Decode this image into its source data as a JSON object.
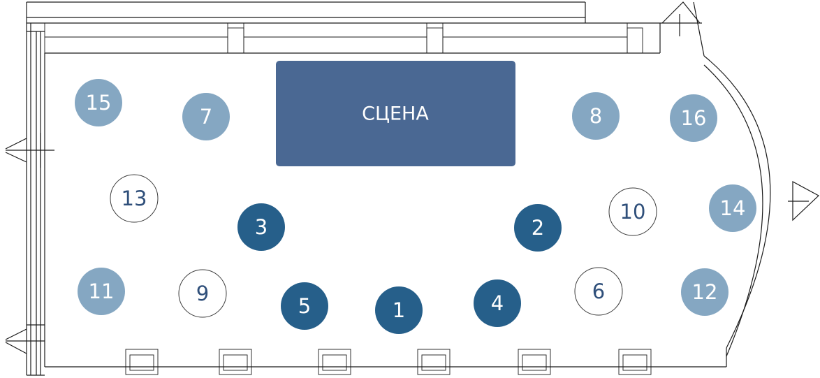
{
  "stage": {
    "label": "СЦЕНА",
    "color": "#4a6893"
  },
  "colors": {
    "dark": "#265f8a",
    "light": "#85a7c2",
    "outline_stroke": "#3a3a3a",
    "outline_text": "#2f4f7a"
  },
  "tables": [
    {
      "id": "table-1",
      "number": "1",
      "style": "dark"
    },
    {
      "id": "table-2",
      "number": "2",
      "style": "dark"
    },
    {
      "id": "table-3",
      "number": "3",
      "style": "dark"
    },
    {
      "id": "table-4",
      "number": "4",
      "style": "dark"
    },
    {
      "id": "table-5",
      "number": "5",
      "style": "dark"
    },
    {
      "id": "table-6",
      "number": "6",
      "style": "outline"
    },
    {
      "id": "table-7",
      "number": "7",
      "style": "light"
    },
    {
      "id": "table-8",
      "number": "8",
      "style": "light"
    },
    {
      "id": "table-9",
      "number": "9",
      "style": "outline"
    },
    {
      "id": "table-10",
      "number": "10",
      "style": "outline"
    },
    {
      "id": "table-11",
      "number": "11",
      "style": "light"
    },
    {
      "id": "table-12",
      "number": "12",
      "style": "light"
    },
    {
      "id": "table-13",
      "number": "13",
      "style": "outline"
    },
    {
      "id": "table-14",
      "number": "14",
      "style": "light"
    },
    {
      "id": "table-15",
      "number": "15",
      "style": "light"
    },
    {
      "id": "table-16",
      "number": "16",
      "style": "light"
    }
  ]
}
